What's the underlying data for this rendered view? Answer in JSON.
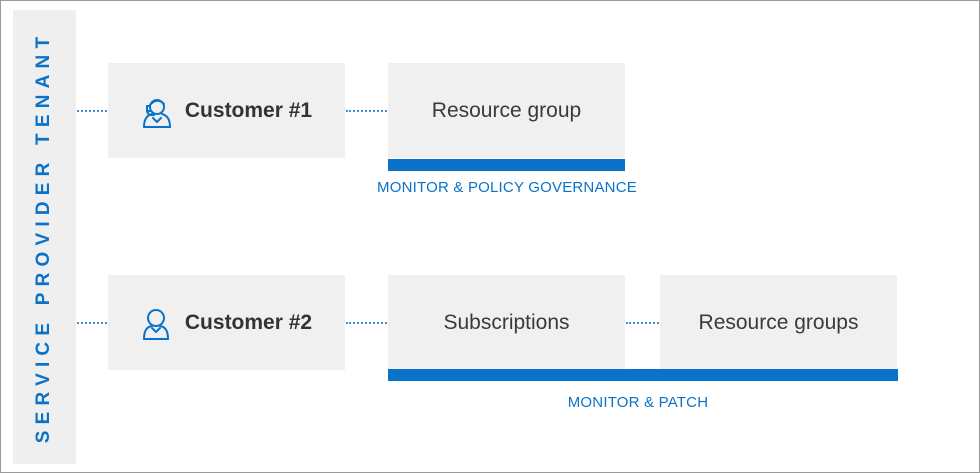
{
  "tenant": {
    "label": "SERVICE PROVIDER TENANT"
  },
  "rows": [
    {
      "customer": {
        "label": "Customer #1",
        "icon": "support-agent-icon"
      },
      "scopes": [
        "Resource group"
      ],
      "caption": "MONITOR & POLICY GOVERNANCE"
    },
    {
      "customer": {
        "label": "Customer #2",
        "icon": "user-icon"
      },
      "scopes": [
        "Subscriptions",
        "Resource groups"
      ],
      "caption": "MONITOR & PATCH"
    }
  ],
  "colors": {
    "accent": "#0a73c9",
    "box": "#f0f0f0",
    "panel": "#efefef",
    "text": "#333333"
  }
}
